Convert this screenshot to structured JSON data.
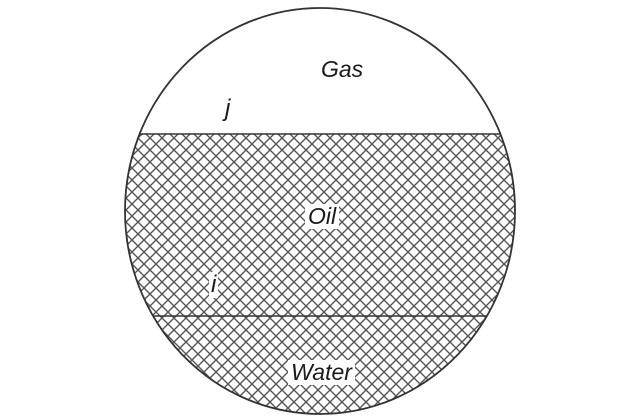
{
  "diagram": {
    "title": "",
    "phases": [
      {
        "name": "gas",
        "label": "Gas",
        "hatched": false
      },
      {
        "name": "oil",
        "label": "Oil",
        "hatched": true
      },
      {
        "name": "water",
        "label": "Water",
        "hatched": true
      }
    ],
    "points": [
      {
        "name": "j",
        "label": "j"
      },
      {
        "name": "i",
        "label": "i"
      }
    ],
    "colors": {
      "line": "#333333",
      "hatch": "#555555",
      "background": "#ffffff"
    }
  }
}
